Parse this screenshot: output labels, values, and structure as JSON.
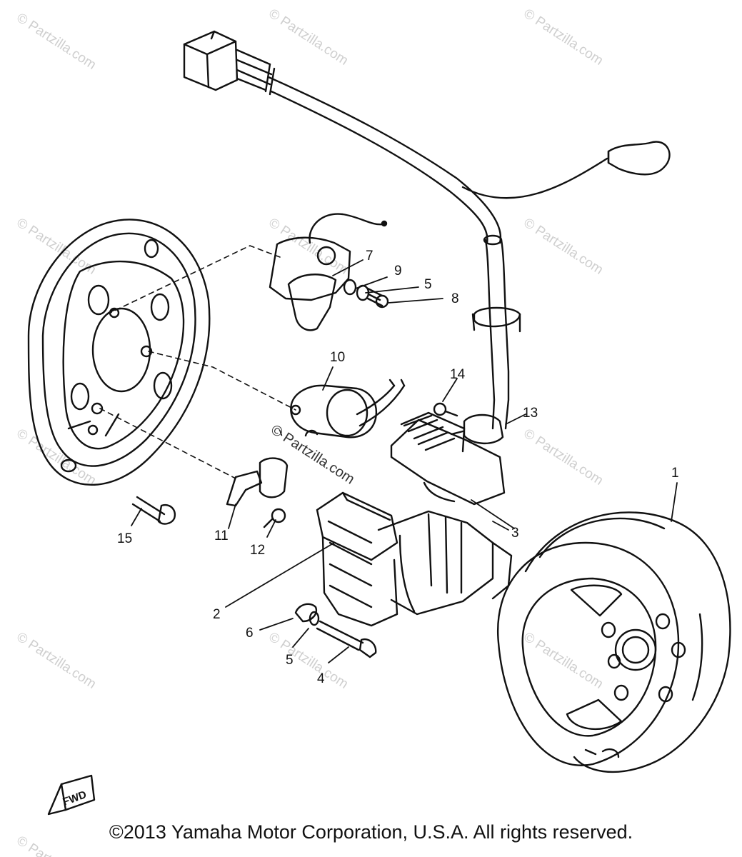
{
  "watermark": {
    "text": "© Partzilla.com",
    "center_text": "© Partzilla.com"
  },
  "callouts": {
    "c1": "1",
    "c2": "2",
    "c3": "3",
    "c4": "4",
    "c5a": "5",
    "c5b": "5",
    "c6": "6",
    "c7": "7",
    "c8": "8",
    "c9": "9",
    "c10": "10",
    "c11": "11",
    "c12": "12",
    "c13": "13",
    "c14": "14",
    "c15": "15"
  },
  "fwd_label": "FWD",
  "copyright": "©2013 Yamaha Motor Corporation, U.S.A. All rights reserved."
}
